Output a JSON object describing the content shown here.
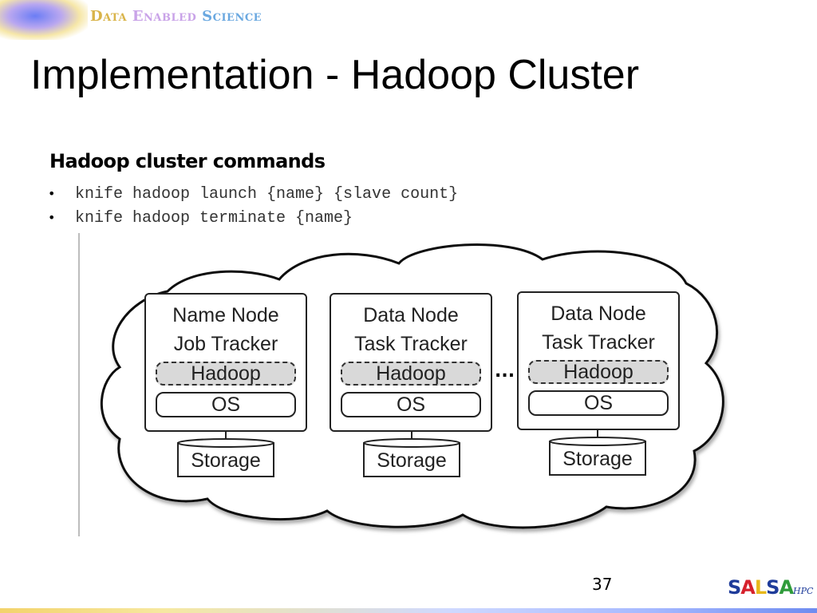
{
  "header": {
    "brand": {
      "word1": "Data",
      "word2": "Enabled",
      "word3": "Science"
    }
  },
  "title": "Implementation - Hadoop Cluster",
  "section": {
    "heading": "Hadoop cluster commands",
    "commands": [
      "knife hadoop launch {name} {slave count}",
      "knife hadoop terminate {name}"
    ],
    "bullet": "•"
  },
  "diagram": {
    "nodes": [
      {
        "line1": "Name Node",
        "line2": "Job Tracker",
        "hadoop": "Hadoop",
        "os": "OS",
        "storage": "Storage"
      },
      {
        "line1": "Data Node",
        "line2": "Task Tracker",
        "hadoop": "Hadoop",
        "os": "OS",
        "storage": "Storage"
      },
      {
        "line1": "Data Node",
        "line2": "Task Tracker",
        "hadoop": "Hadoop",
        "os": "OS",
        "storage": "Storage"
      }
    ],
    "ellipsis": "..."
  },
  "footer": {
    "page_number": "37",
    "logo": {
      "s1": "S",
      "a1": "A",
      "l1": "L",
      "s2": "S",
      "a2": "A",
      "suffix": "HPC"
    }
  }
}
